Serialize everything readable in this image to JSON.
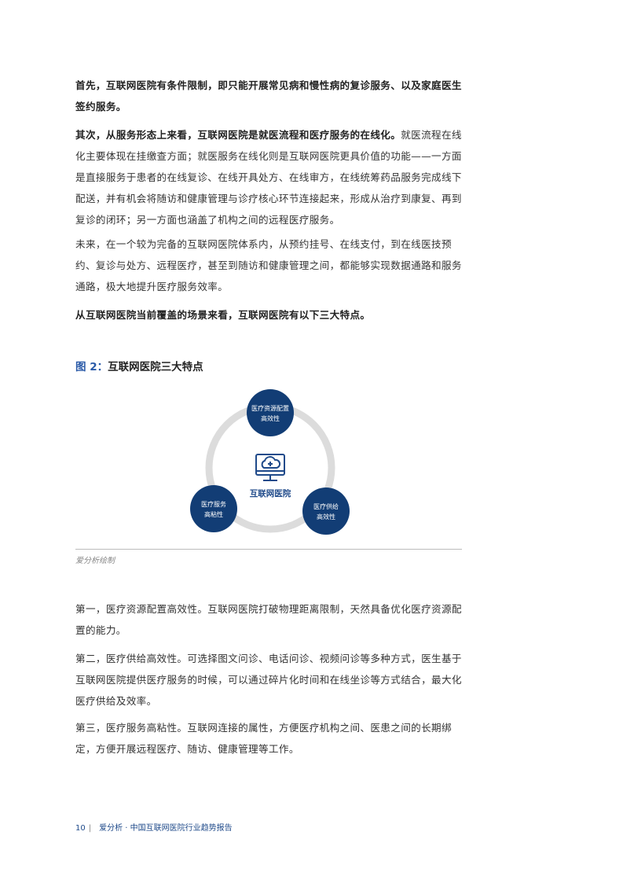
{
  "paragraphs": [
    {
      "bold": "首先，互联网医院有条件限制，即只能开展常见病和慢性病的复诊服务、以及家庭医生签约服务。",
      "normal": ""
    },
    {
      "bold": "其次，从服务形态上来看，互联网医院是就医流程和医疗服务的在线化。",
      "normal": "就医流程在线化主要体现在挂缴查方面；就医服务在线化则是互联网医院更具价值的功能——一方面是直接服务于患者的在线复诊、在线开具处方、在线审方，在线统筹药品服务完成线下配送，并有机会将随访和健康管理与诊疗核心环节连接起来，形成从治疗到康复、再到复诊的闭环；另一方面也涵盖了机构之间的远程医疗服务。"
    },
    {
      "bold": "",
      "normal": "未来，在一个较为完备的互联网医院体系内，从预约挂号、在线支付，到在线医技预约、复诊与处方、远程医疗，甚至到随访和健康管理之间，都能够实现数据通路和服务通路，极大地提升医疗服务效率。"
    },
    {
      "bold": "从互联网医院当前覆盖的场景来看，互联网医院有以下三大特点。",
      "normal": ""
    }
  ],
  "figure": {
    "number": "图 2：",
    "title": "互联网医院三大特点",
    "center_label": "互联网医院",
    "nodes": [
      {
        "line1": "医疗资源配置",
        "line2": "高效性"
      },
      {
        "line1": "医疗服务",
        "line2": "高粘性"
      },
      {
        "line1": "医疗供给",
        "line2": "高效性"
      }
    ],
    "source": "爱分析绘制",
    "colors": {
      "node": "#123d75",
      "ring": "#dcdcdc",
      "icon": "#1f4a8a"
    }
  },
  "points": [
    "第一，医疗资源配置高效性。互联网医院打破物理距离限制，天然具备优化医疗资源配置的能力。",
    "第二，医疗供给高效性。可选择图文问诊、电话问诊、视频问诊等多种方式，医生基于互联网医院提供医疗服务的时候，可以通过碎片化时间和在线坐诊等方式结合，最大化医疗供给及效率。",
    "第三，医疗服务高粘性。互联网连接的属性，方便医疗机构之间、医患之间的长期绑定，方便开展远程医疗、随访、健康管理等工作。"
  ],
  "footer": {
    "page": "10",
    "sep": "|",
    "title": "爱分析 · 中国互联网医院行业趋势报告"
  }
}
